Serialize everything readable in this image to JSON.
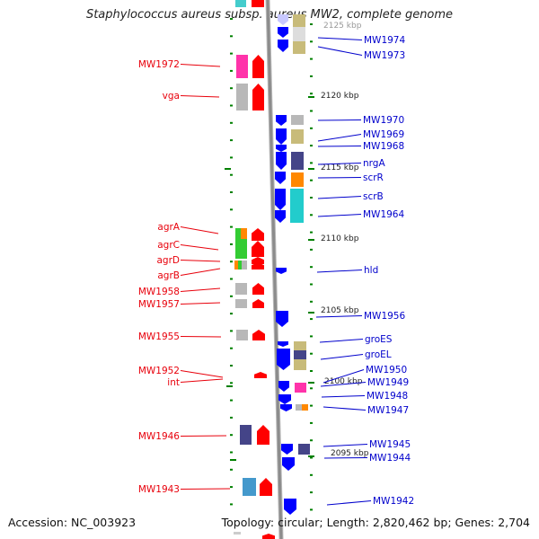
{
  "title": "Staphylococcus aureus subsp. aureus MW2, complete genome",
  "footer": {
    "accession": "Accession: NC_003923",
    "topology": "Topology: circular; Length: 2,820,462 bp; Genes: 2,704"
  },
  "colors": {
    "left_label": "#e8000b",
    "right_label": "#0000cc",
    "backbone": "#8c8c8c",
    "tick": "#008000"
  },
  "scale_labels": [
    {
      "text": "2125 kbp"
    },
    {
      "text": "2120 kbp"
    },
    {
      "text": "2115 kbp"
    },
    {
      "text": "2110 kbp"
    },
    {
      "text": "2105 kbp"
    },
    {
      "text": "2100 kbp"
    },
    {
      "text": "2095 kbp"
    }
  ],
  "left_genes": [
    {
      "name": "MW1972"
    },
    {
      "name": "vga"
    },
    {
      "name": "agrA"
    },
    {
      "name": "agrC"
    },
    {
      "name": "agrD"
    },
    {
      "name": "agrB"
    },
    {
      "name": "MW1958"
    },
    {
      "name": "MW1957"
    },
    {
      "name": "MW1955"
    },
    {
      "name": "MW1952"
    },
    {
      "name": "int"
    },
    {
      "name": "MW1946"
    },
    {
      "name": "MW1943"
    }
  ],
  "right_genes": [
    {
      "name": "MW1974"
    },
    {
      "name": "MW1973"
    },
    {
      "name": "MW1970"
    },
    {
      "name": "MW1969"
    },
    {
      "name": "MW1968"
    },
    {
      "name": "nrgA"
    },
    {
      "name": "scrR"
    },
    {
      "name": "scrB"
    },
    {
      "name": "MW1964"
    },
    {
      "name": "hld"
    },
    {
      "name": "MW1956"
    },
    {
      "name": "groES"
    },
    {
      "name": "groEL"
    },
    {
      "name": "MW1950"
    },
    {
      "name": "MW1949"
    },
    {
      "name": "MW1948"
    },
    {
      "name": "MW1947"
    },
    {
      "name": "MW1945"
    },
    {
      "name": "MW1944"
    },
    {
      "name": "MW1942"
    }
  ]
}
